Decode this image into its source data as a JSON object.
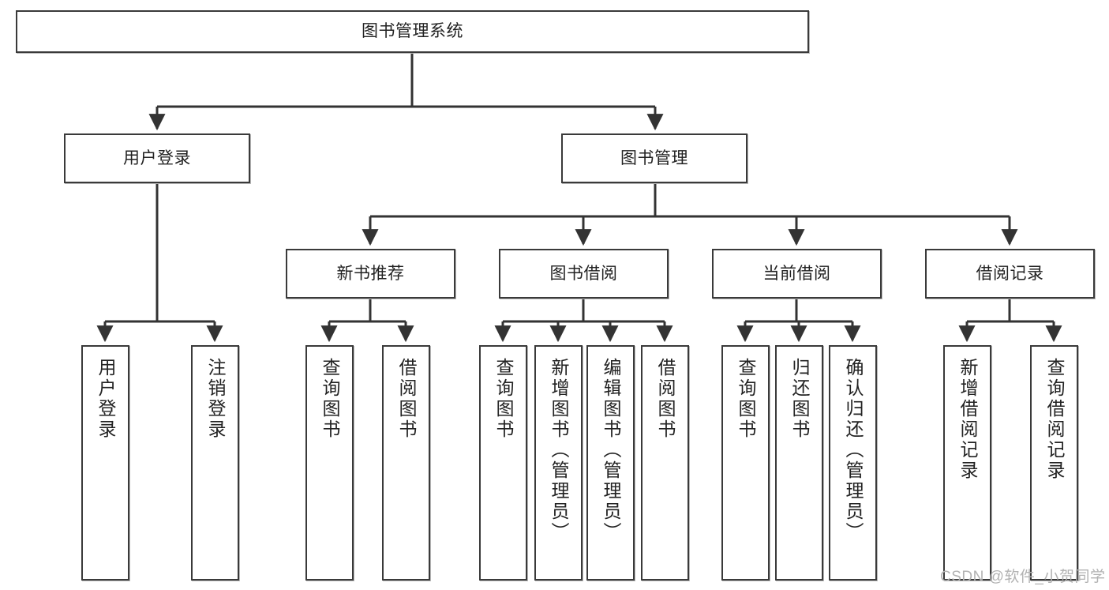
{
  "diagram": {
    "title": "图书管理系统",
    "type": "tree-hierarchy-diagram",
    "watermark": "CSDN @软件_小贺同学",
    "colors": {
      "box_border": "#3a3a3a",
      "box_fill": "#ffffff",
      "connector": "#333333",
      "text": "#222222",
      "watermark": "#b2b2b2",
      "background": "#ffffff"
    },
    "nodes": {
      "root": {
        "label": "图书管理系统"
      },
      "level2": [
        {
          "label": "用户登录"
        },
        {
          "label": "图书管理"
        }
      ],
      "level3": [
        {
          "label": "新书推荐"
        },
        {
          "label": "图书借阅"
        },
        {
          "label": "当前借阅"
        },
        {
          "label": "借阅记录"
        }
      ],
      "leaves": {
        "user_login": [
          {
            "label": "用户登录"
          },
          {
            "label": "注销登录"
          }
        ],
        "new_book_recommend": [
          {
            "label": "查询图书"
          },
          {
            "label": "借阅图书"
          }
        ],
        "book_borrow": [
          {
            "label": "查询图书"
          },
          {
            "label": "新增图书（管理员）"
          },
          {
            "label": "编辑图书（管理员）"
          },
          {
            "label": "借阅图书"
          }
        ],
        "current_borrow": [
          {
            "label": "查询图书"
          },
          {
            "label": "归还图书"
          },
          {
            "label": "确认归还（管理员）"
          }
        ],
        "borrow_record": [
          {
            "label": "新增借阅记录"
          },
          {
            "label": "查询借阅记录"
          }
        ]
      }
    }
  }
}
